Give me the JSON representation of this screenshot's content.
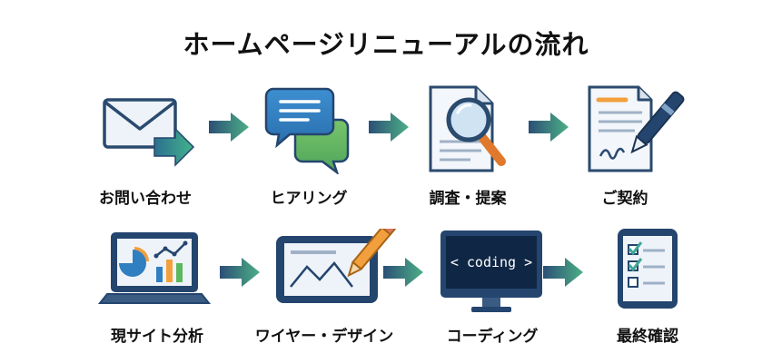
{
  "title": "ホームページリニューアルの流れ",
  "steps": [
    {
      "label": "お問い合わせ",
      "icon": "envelope-icon"
    },
    {
      "label": "ヒアリング",
      "icon": "speech-bubbles-icon"
    },
    {
      "label": "調査・提案",
      "icon": "document-magnifier-icon"
    },
    {
      "label": "ご契約",
      "icon": "contract-pen-icon"
    },
    {
      "label": "現サイト分析",
      "icon": "laptop-analytics-icon"
    },
    {
      "label": "ワイヤー・デザイン",
      "icon": "tablet-design-icon"
    },
    {
      "label": "コーディング",
      "icon": "monitor-code-icon"
    },
    {
      "label": "最終確認",
      "icon": "tablet-checklist-icon"
    }
  ],
  "coding_text": "< coding >",
  "colors": {
    "navy": "#24456e",
    "teal": "#3fa796",
    "green": "#5cb85c",
    "orange": "#f2a03d",
    "blue": "#2f7fc1"
  }
}
